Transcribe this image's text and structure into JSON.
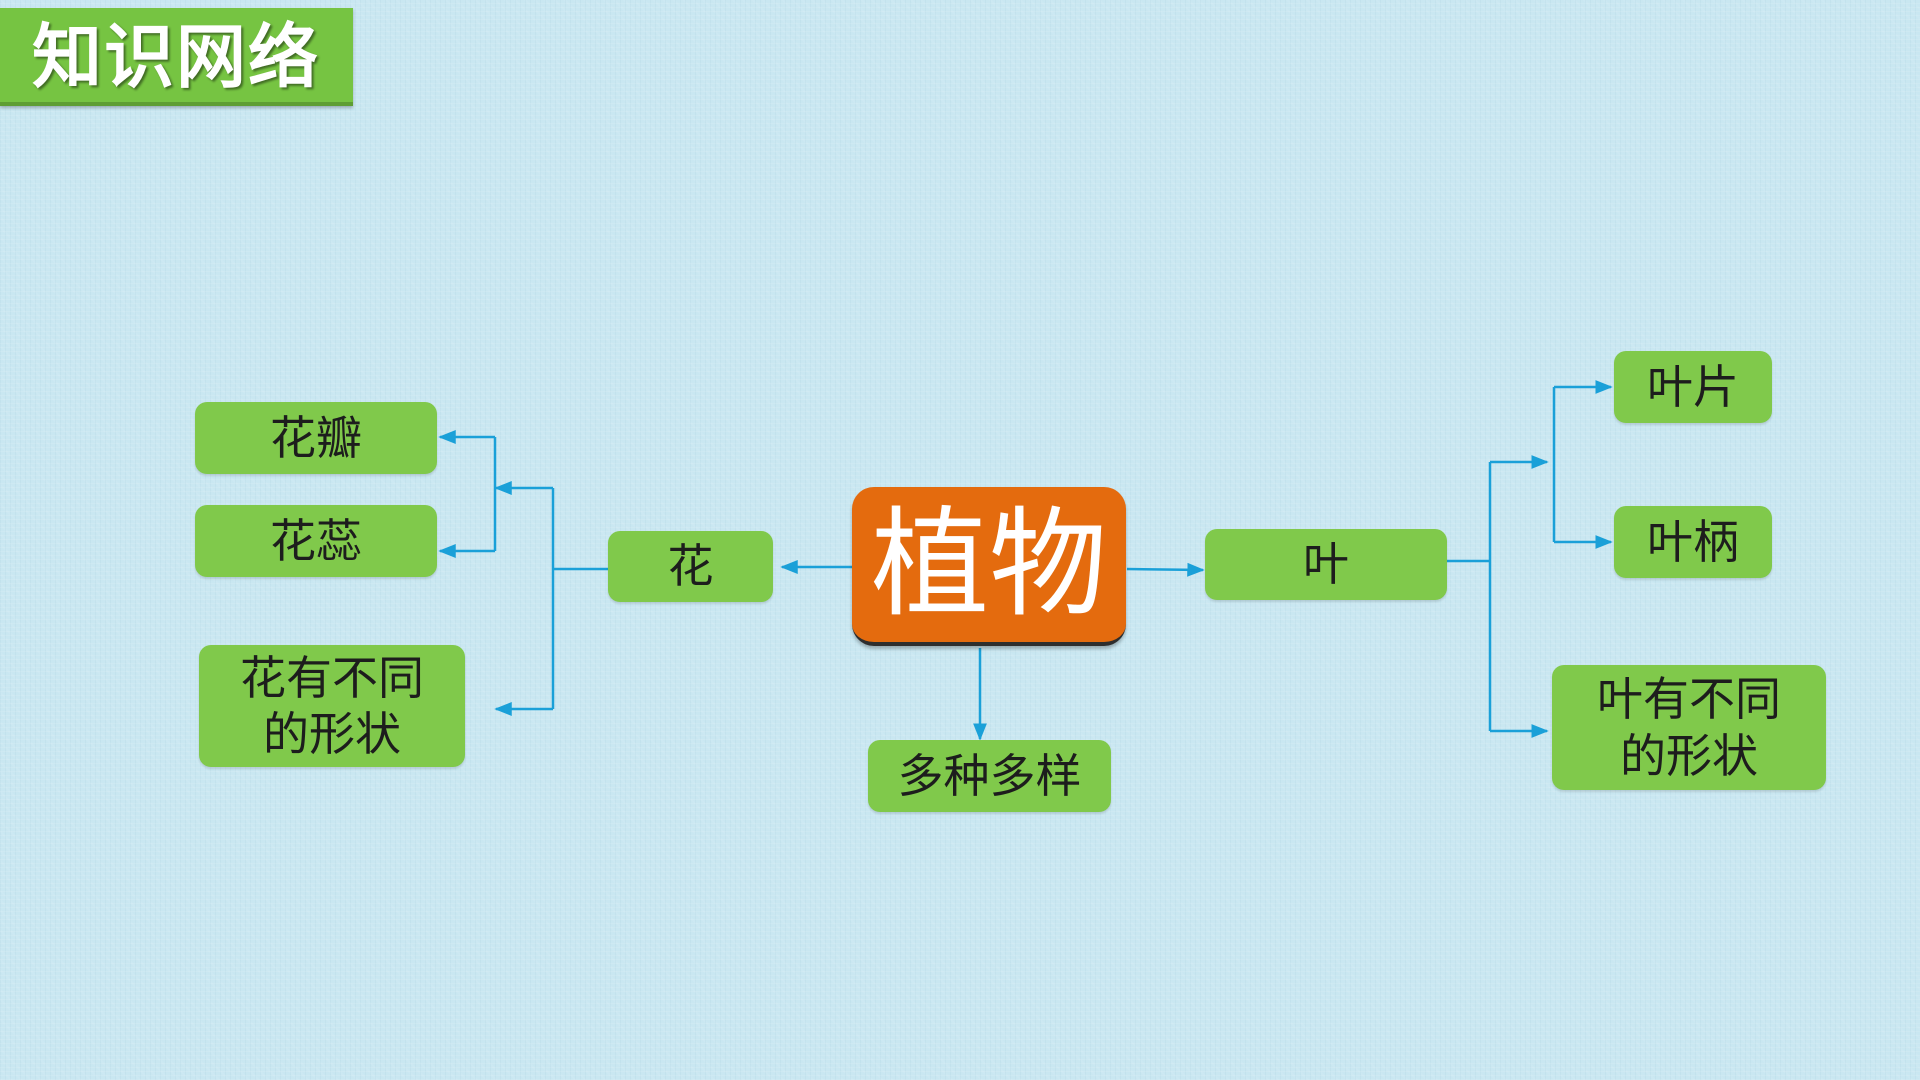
{
  "header": {
    "title": "知识网络"
  },
  "diagram": {
    "center": "植物",
    "flower": {
      "label": "花",
      "children": [
        "花瓣",
        "花蕊",
        "花有不同\n的形状"
      ]
    },
    "leaf": {
      "label": "叶",
      "children": [
        "叶片",
        "叶柄",
        "叶有不同\n的形状"
      ]
    },
    "bottom": "多种多样"
  },
  "colors": {
    "background": "#c9e7f1",
    "node_green": "#80c94b",
    "center_orange": "#e46b0e",
    "connector": "#1aa0d8",
    "title_banner": "#76c442"
  }
}
